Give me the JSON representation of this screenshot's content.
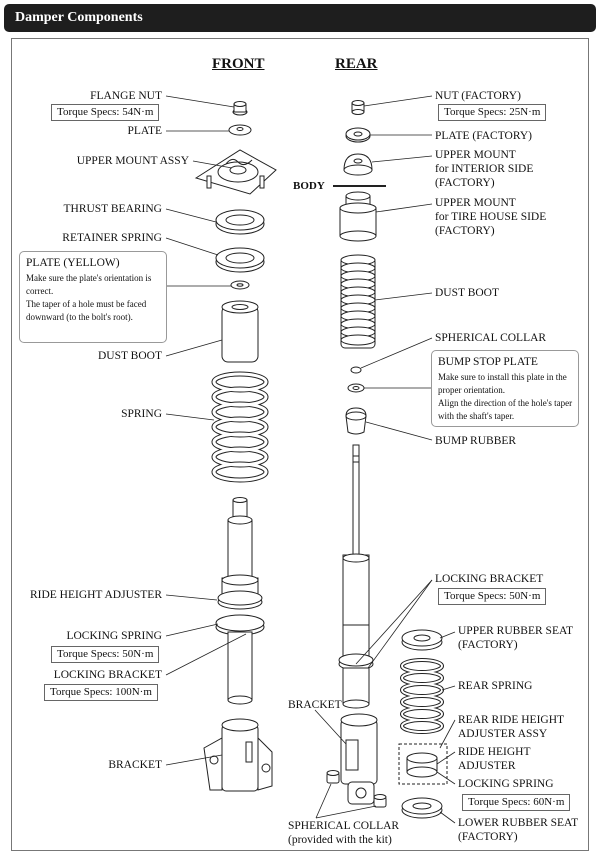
{
  "title": "Damper Components",
  "headers": {
    "front": "FRONT",
    "rear": "REAR"
  },
  "body_label": "BODY",
  "front": {
    "flange_nut": "FLANGE NUT",
    "flange_nut_spec": "Torque Specs: 54N·m",
    "plate": "PLATE",
    "upper_mount": "UPPER MOUNT ASSY",
    "thrust_bearing": "THRUST BEARING",
    "retainer_spring": "RETAINER SPRING",
    "plate_yellow_note": {
      "title": "PLATE (YELLOW)",
      "lines": [
        "Make sure the plate's orientation is",
        "correct.",
        "The taper of a hole must be faced",
        "downward (to the bolt's root)."
      ]
    },
    "dust_boot": "DUST BOOT",
    "spring": "SPRING",
    "ride_height_adjuster": "RIDE HEIGHT ADJUSTER",
    "locking_spring": "LOCKING SPRING",
    "locking_spring_spec": "Torque Specs: 50N·m",
    "locking_bracket": "LOCKING BRACKET",
    "locking_bracket_spec": "Torque Specs: 100N·m",
    "bracket": "BRACKET"
  },
  "rear": {
    "nut": "NUT (FACTORY)",
    "nut_spec": "Torque Specs: 25N·m",
    "plate": "PLATE (FACTORY)",
    "upper_mount_interior": [
      "UPPER MOUNT",
      "for INTERIOR SIDE",
      "(FACTORY)"
    ],
    "upper_mount_tire": [
      "UPPER MOUNT",
      "for TIRE HOUSE SIDE",
      "(FACTORY)"
    ],
    "dust_boot": "DUST BOOT",
    "spherical_collar": "SPHERICAL COLLAR",
    "bump_stop_note": {
      "title": "BUMP STOP PLATE",
      "lines": [
        "Make sure to install this plate in the",
        "proper orientation.",
        "Align the direction of the hole's taper",
        "with the shaft's taper."
      ]
    },
    "bump_rubber": "BUMP RUBBER",
    "locking_bracket": "LOCKING BRACKET",
    "locking_bracket_spec": "Torque Specs: 50N·m",
    "upper_rubber_seat": [
      "UPPER RUBBER SEAT",
      "(FACTORY)"
    ],
    "bracket": "BRACKET",
    "rear_spring": "REAR SPRING",
    "rear_ride_height": [
      "REAR RIDE HEIGHT",
      "ADJUSTER ASSY"
    ],
    "ride_height_adjuster": [
      "RIDE HEIGHT",
      "ADJUSTER"
    ],
    "locking_spring": "LOCKING SPRING",
    "locking_spring_spec": "Torque Specs: 60N·m",
    "lower_rubber_seat": [
      "LOWER RUBBER SEAT",
      "(FACTORY)"
    ],
    "spherical_collar_bottom": [
      "SPHERICAL COLLAR",
      "(provided with the kit)"
    ]
  }
}
